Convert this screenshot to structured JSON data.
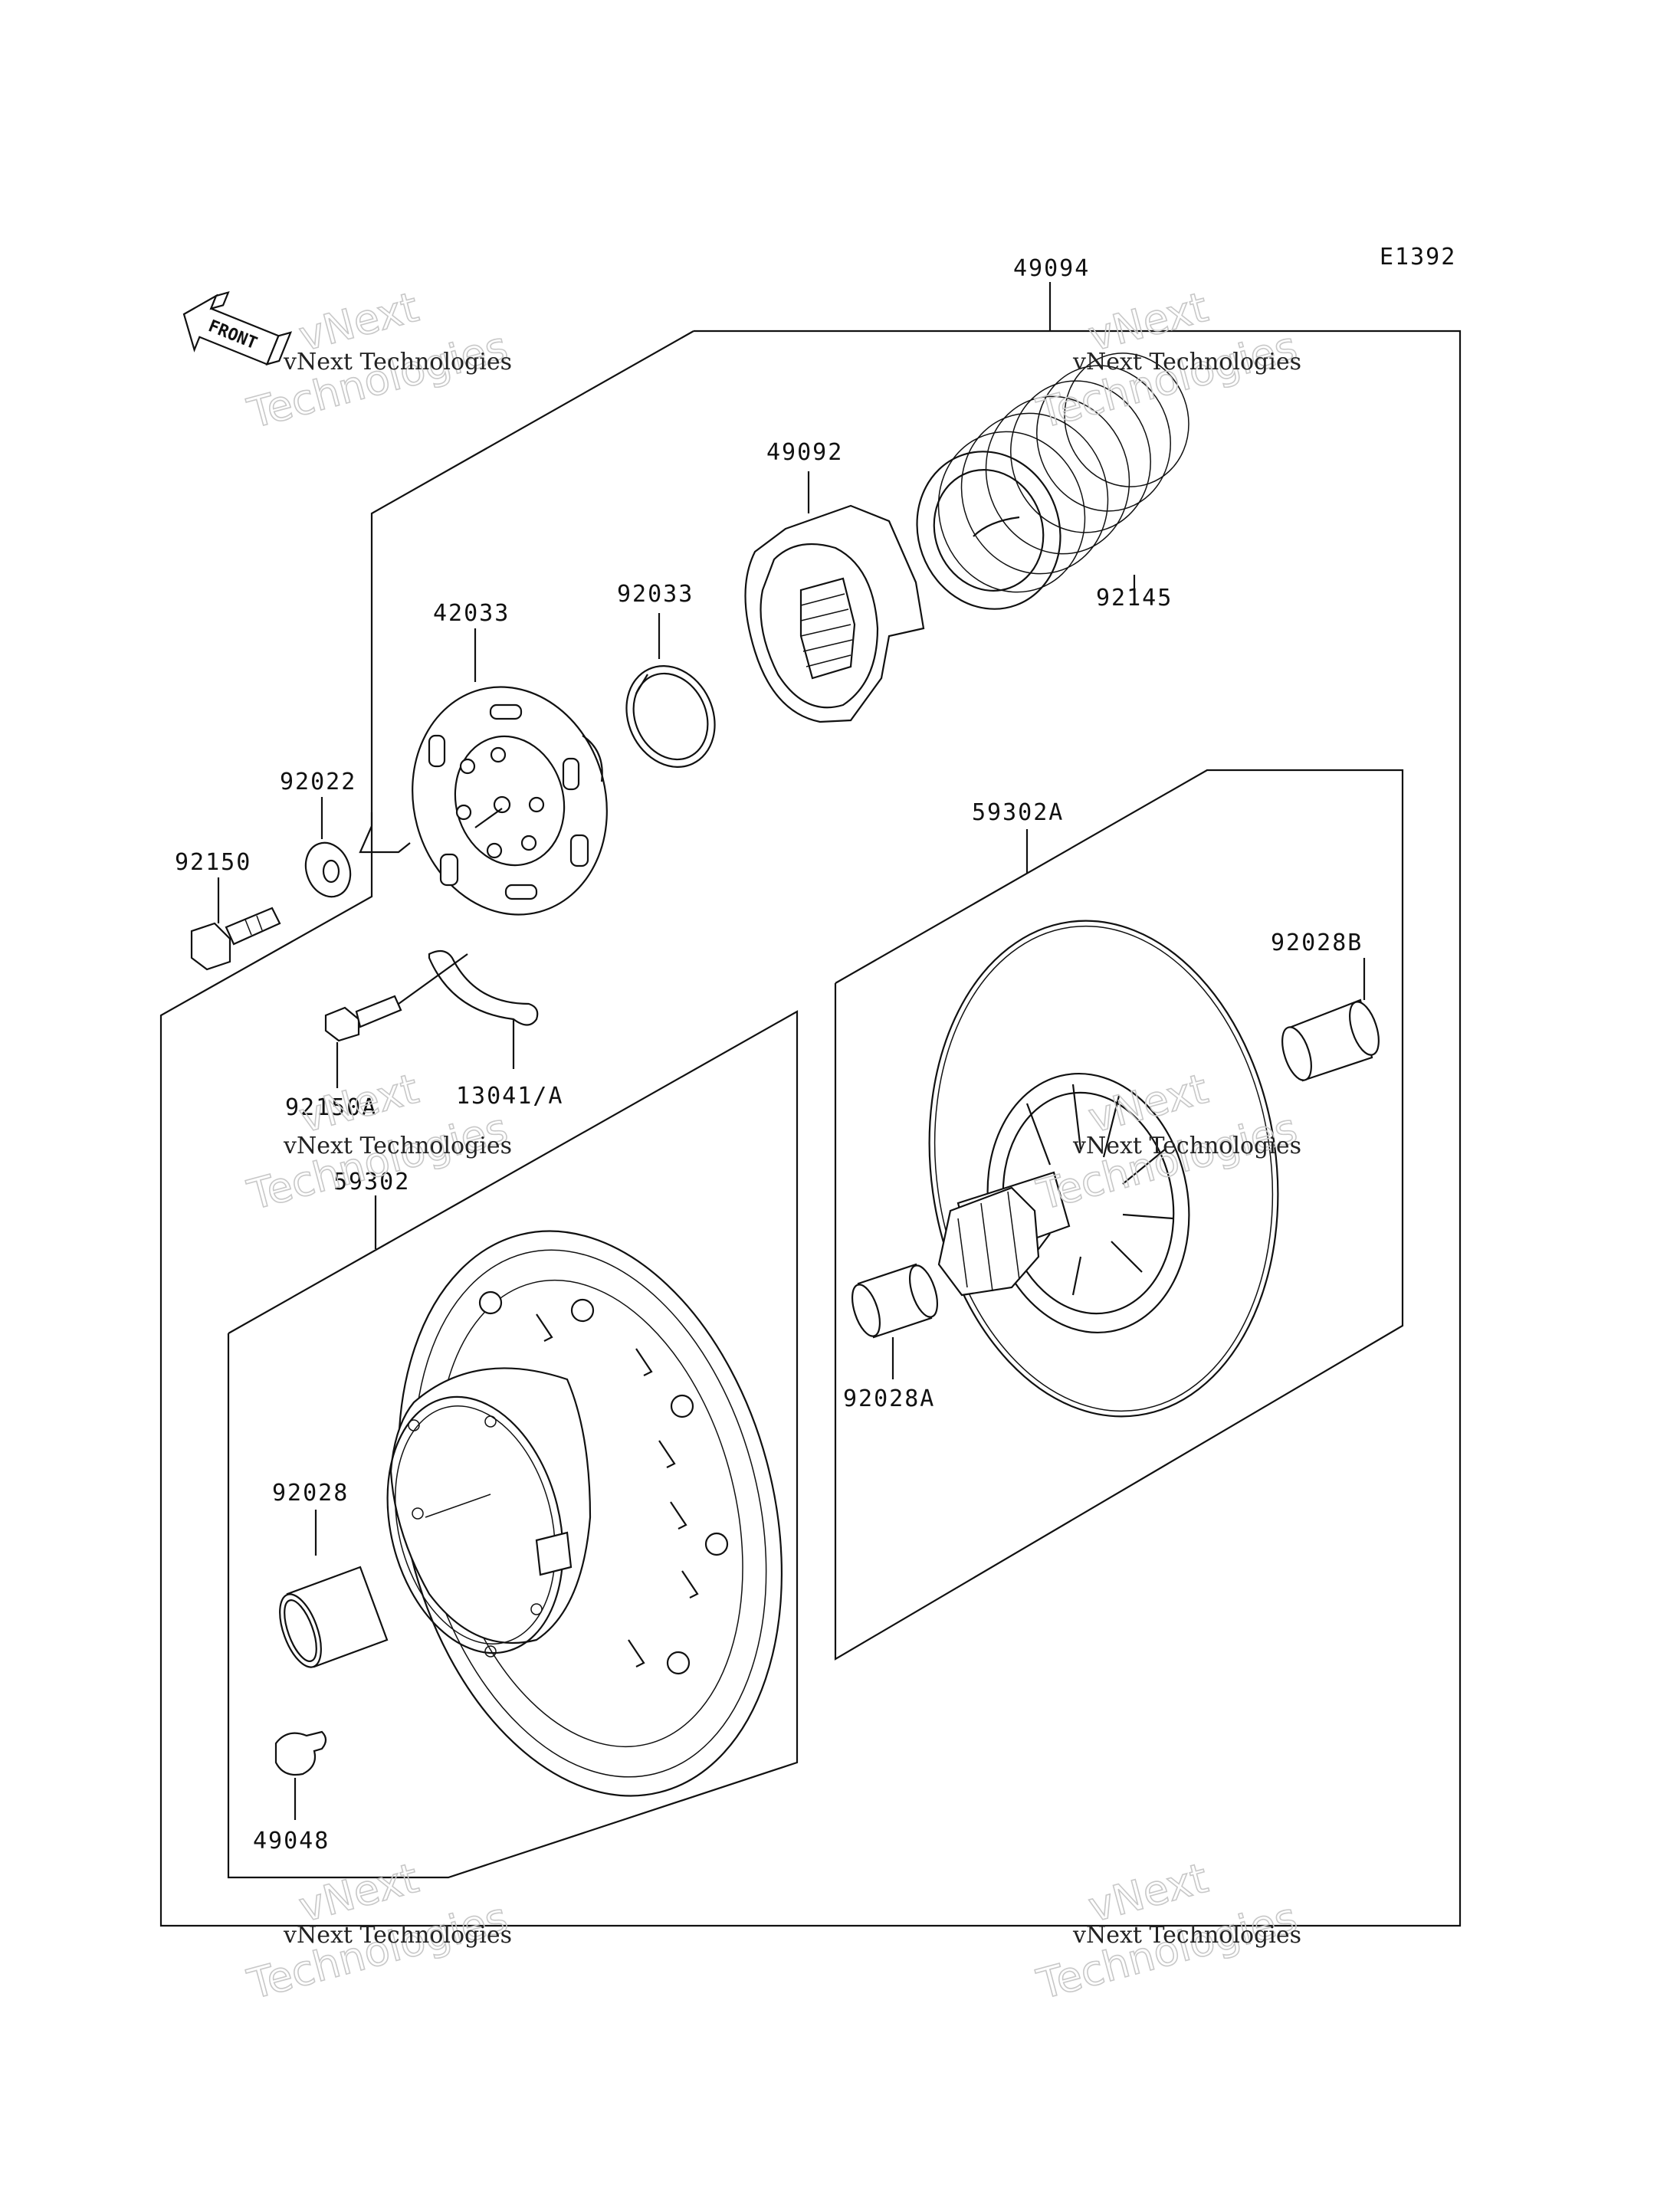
{
  "diagram_code": "E1392",
  "front_label": "FRONT",
  "watermark": {
    "line1": "vNext Technologies",
    "line2": "Technologies",
    "line3": "vNext"
  },
  "parts": {
    "p49094": "49094",
    "p49092": "49092",
    "p92145": "92145",
    "p42033": "42033",
    "p92033": "92033",
    "p92022": "92022",
    "p92150": "92150",
    "p92150A": "92150A",
    "p13041A": "13041/A",
    "p59302A": "59302A",
    "p92028B": "92028B",
    "p59302": "59302",
    "p92028A": "92028A",
    "p92028": "92028",
    "p49048": "49048"
  }
}
